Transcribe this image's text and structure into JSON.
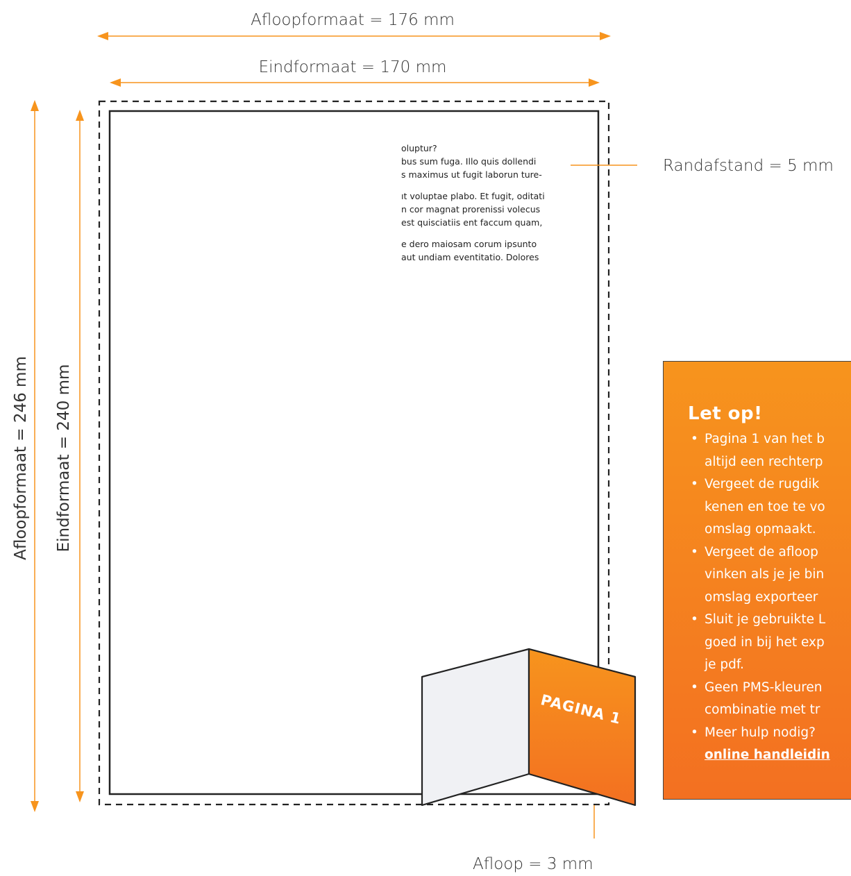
{
  "dimensions": {
    "bleed_size_width": "Afloopformaat = 176 mm",
    "final_size_width": "Eindformaat = 170 mm",
    "bleed_size_height": "Afloopformaat = 246 mm",
    "final_size_height": "Eindformaat = 240 mm",
    "margin": "Randafstand = 5 mm",
    "bleed": "Afloop = 3 mm"
  },
  "sample_text": [
    [
      "oluptur?",
      "bus sum fuga. Illo quis dollendi",
      "s maximus ut fugit laborun ture-"
    ],
    [
      "ıt voluptae plabo. Et fugit, oditati",
      "n cor magnat prorenissi volecus",
      "est quisciatiis ent faccum quam,"
    ],
    [
      "e dero maiosam corum ipsunto",
      "aut undiam eventitatio. Dolores"
    ]
  ],
  "note": {
    "title": "Let op!",
    "items": [
      [
        "Pagina 1 van het b",
        "altijd een rechterp"
      ],
      [
        "Vergeet de rugdik",
        "kenen en toe te vo",
        "omslag opmaakt."
      ],
      [
        "Vergeet de afloop",
        "vinken als je je bin",
        "omslag exporteer"
      ],
      [
        "Sluit je gebruikte L",
        "goed in bij het exp",
        "je pdf."
      ],
      [
        "Geen PMS-kleuren",
        "combinatie met tr"
      ],
      [
        "Meer hulp nodig? "
      ]
    ],
    "link_text": "online handleidin"
  },
  "page_label": "PAGINA 1",
  "colors": {
    "accent": "#f7941d",
    "accent_dark": "#f37021",
    "line": "#222222",
    "light_page": "#f0f1f4"
  }
}
